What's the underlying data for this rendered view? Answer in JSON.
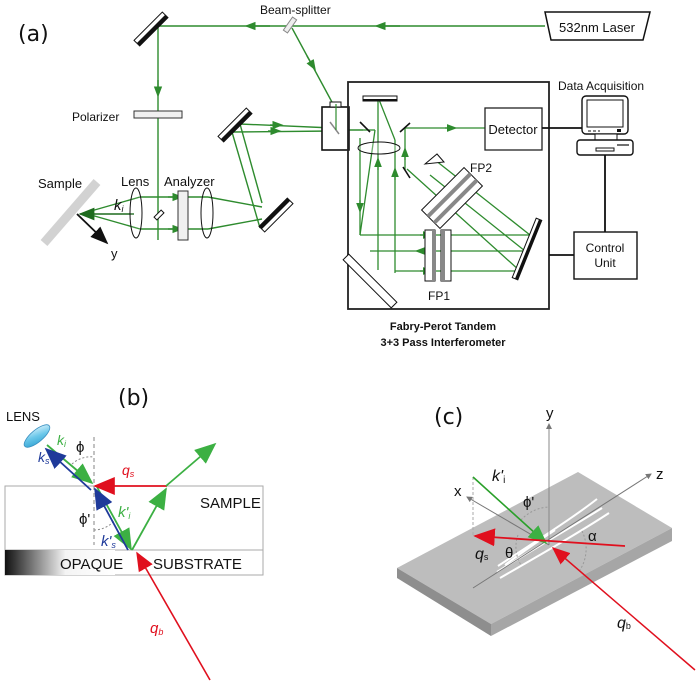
{
  "figure": {
    "panel_a": {
      "label": "(a)",
      "laser": "532nm Laser",
      "beam_splitter": "Beam-splitter",
      "polarizer": "Polarizer",
      "sample": "Sample",
      "lens": "Lens",
      "analyzer": "Analyzer",
      "ki": "k",
      "ki_sub": "i",
      "y_axis": "y",
      "detector": "Detector",
      "data_acquisition": "Data Acquisition",
      "control_unit_line1": "Control",
      "control_unit_line2": "Unit",
      "fp1": "FP1",
      "fp2": "FP2",
      "caption_line1": "Fabry-Perot  Tandem",
      "caption_line2": "3+3 Pass  Interferometer"
    },
    "panel_b": {
      "label": "(b)",
      "lens": "LENS",
      "ki": "k",
      "ki_sub": "i",
      "ks": "k",
      "ks_sub": "s",
      "phi": "ϕ",
      "phi_prime": "ϕ'",
      "qs": "q",
      "qs_sub": "s",
      "kpi": "k'",
      "kpi_sub": "i",
      "kps": "k'",
      "kps_sub": "s",
      "sample": "SAMPLE",
      "opaque": "OPAQUE",
      "substrate": "SUBSTRATE",
      "qb": "q",
      "qb_sub": "b"
    },
    "panel_c": {
      "label": "(c)",
      "y": "y",
      "z": "z",
      "x": "x",
      "kpi": "k'",
      "kpi_sub": "i",
      "phi_prime": "ϕ'",
      "alpha": "α",
      "theta": "θ",
      "qs": "q",
      "qs_sub": "s",
      "qb": "q",
      "qb_sub": "b"
    },
    "colors": {
      "beam_green": "#2e8b2e",
      "bright_green": "#3cb043",
      "red": "#e0101e",
      "blue": "#1f3a9a",
      "gray_sample": "#c8c8c8",
      "slab_top": "#b9b9b9",
      "slab_side": "#9a9a9a"
    }
  }
}
